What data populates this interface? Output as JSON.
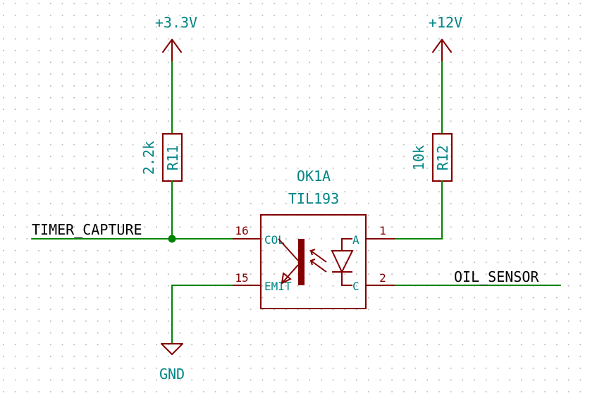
{
  "power": {
    "v33": "+3.3V",
    "v12": "+12V",
    "gnd": "GND"
  },
  "resistors": {
    "r11": {
      "ref": "R11",
      "value": "2.2k"
    },
    "r12": {
      "ref": "R12",
      "value": "10k"
    }
  },
  "optocoupler": {
    "ref": "OK1A",
    "part": "TIL193",
    "pins": {
      "col": {
        "number": "16",
        "name": "COL"
      },
      "emit": {
        "number": "15",
        "name": "EMIT"
      },
      "a": {
        "number": "1",
        "name": "A"
      },
      "c": {
        "number": "2",
        "name": "C"
      }
    }
  },
  "nets": {
    "timer": "TIMER_CAPTURE",
    "oil": "OIL_SENSOR"
  },
  "colors": {
    "wire": "#008400",
    "symbol": "#840000",
    "text": "#008484",
    "grid": "#b8b8b8"
  }
}
